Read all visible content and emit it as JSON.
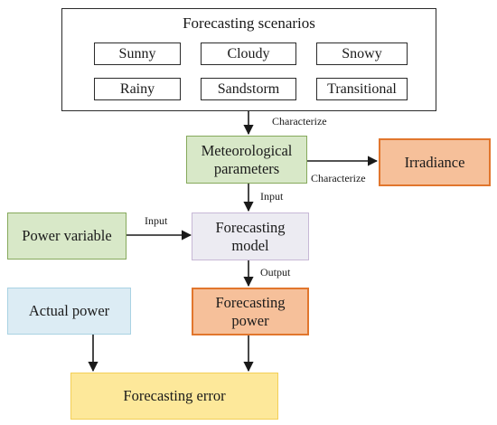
{
  "scenarios": {
    "title": "Forecasting scenarios",
    "items": [
      "Sunny",
      "Cloudy",
      "Snowy",
      "Rainy",
      "Sandstorm",
      "Transitional"
    ]
  },
  "nodes": {
    "meteorological_line1": "Meteorological",
    "meteorological_line2": "parameters",
    "irradiance": "Irradiance",
    "power_variable": "Power variable",
    "model_line1": "Forecasting",
    "model_line2": "model",
    "actual_power": "Actual power",
    "power_line1": "Forecasting",
    "power_line2": "power",
    "error": "Forecasting error"
  },
  "edge_labels": {
    "characterize_1": "Characterize",
    "characterize_2": "Characterize",
    "input_1": "Input",
    "input_2": "Input",
    "output": "Output"
  },
  "colors": {
    "green_fill": "#d8e8c8",
    "orange_fill": "#f6c09a",
    "orange_border": "#e1762d",
    "lavender_fill": "#ecebf2",
    "blue_fill": "#dcecf4",
    "yellow_fill": "#fde89a",
    "arrow": "#1a1a1a"
  }
}
